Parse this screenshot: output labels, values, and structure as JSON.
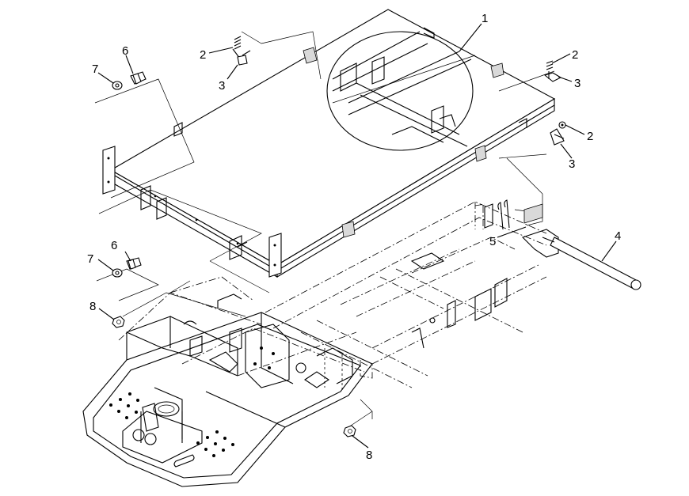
{
  "callouts": [
    {
      "id": "c1",
      "label": "1"
    },
    {
      "id": "c2a",
      "label": "2"
    },
    {
      "id": "c3a",
      "label": "3"
    },
    {
      "id": "c2b",
      "label": "2"
    },
    {
      "id": "c3b",
      "label": "3"
    },
    {
      "id": "c2c",
      "label": "2"
    },
    {
      "id": "c3c",
      "label": "3"
    },
    {
      "id": "c4",
      "label": "4"
    },
    {
      "id": "c5",
      "label": "5"
    },
    {
      "id": "c6a",
      "label": "6"
    },
    {
      "id": "c7a",
      "label": "7"
    },
    {
      "id": "c6b",
      "label": "6"
    },
    {
      "id": "c7b",
      "label": "7"
    },
    {
      "id": "c8a",
      "label": "8"
    },
    {
      "id": "c8b",
      "label": "8"
    }
  ]
}
